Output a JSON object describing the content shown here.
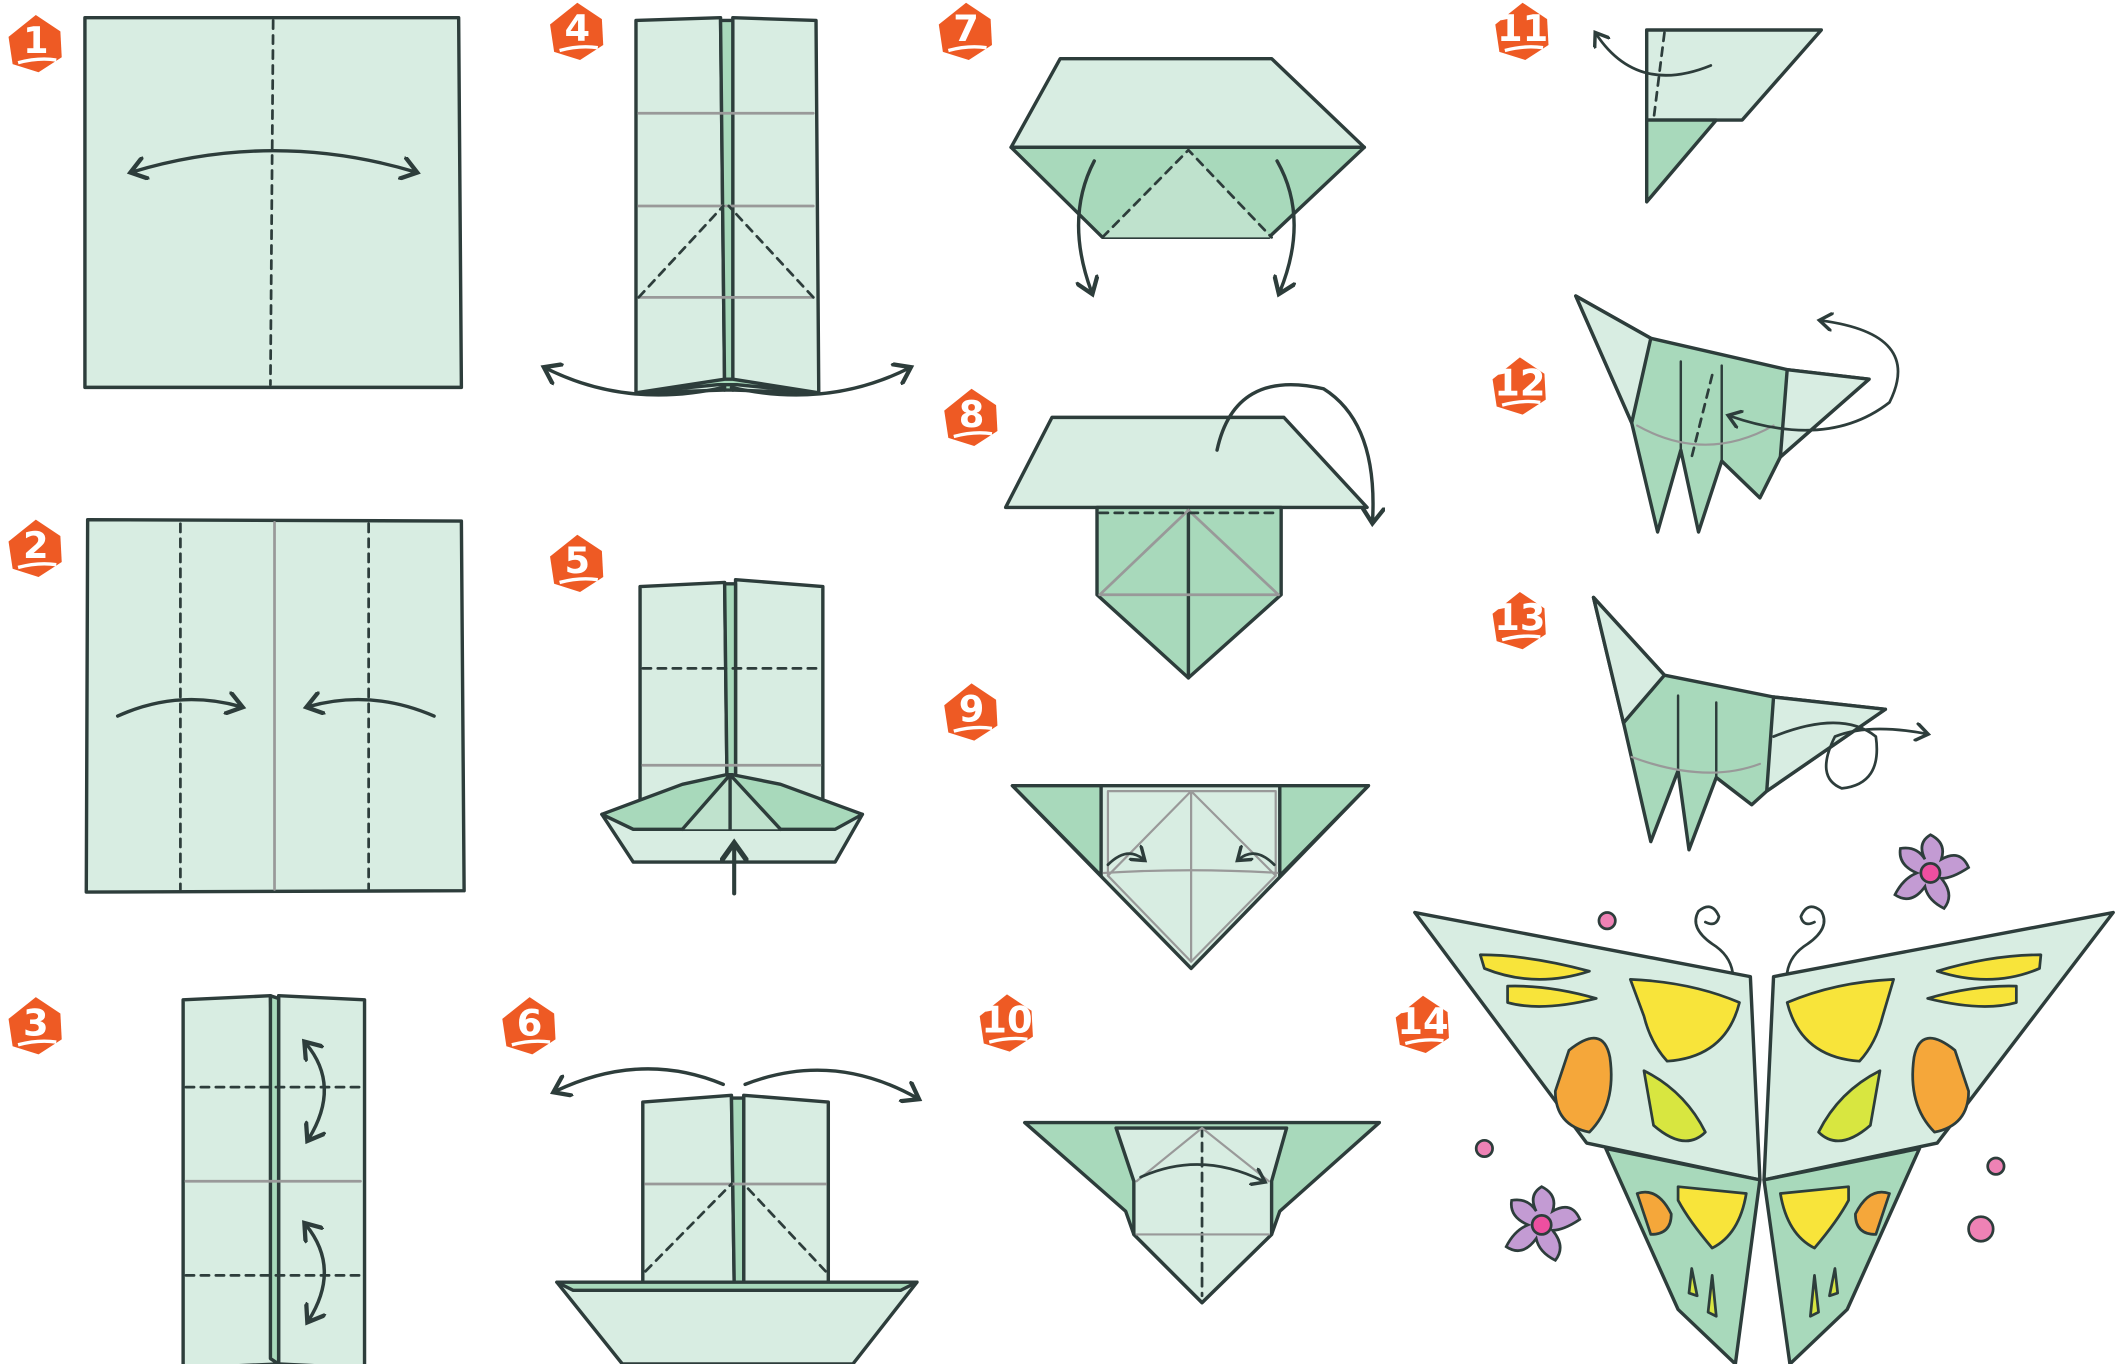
{
  "diagram": {
    "steps": [
      {
        "number": "1"
      },
      {
        "number": "2"
      },
      {
        "number": "3"
      },
      {
        "number": "4"
      },
      {
        "number": "5"
      },
      {
        "number": "6"
      },
      {
        "number": "7"
      },
      {
        "number": "8"
      },
      {
        "number": "9"
      },
      {
        "number": "10"
      },
      {
        "number": "11"
      },
      {
        "number": "12"
      },
      {
        "number": "13"
      },
      {
        "number": "14"
      }
    ]
  },
  "colors": {
    "paper_light": "#d8ede2",
    "paper_mid": "#a8d9bb",
    "outline": "#2d3d3b",
    "badge": "#ee5a24",
    "wing_yellow": "#f8e43a",
    "wing_orange": "#f5a73a",
    "flower_purple": "#c39bd3",
    "flower_center": "#ee4fa0",
    "dot_pink": "#ee82b5"
  }
}
